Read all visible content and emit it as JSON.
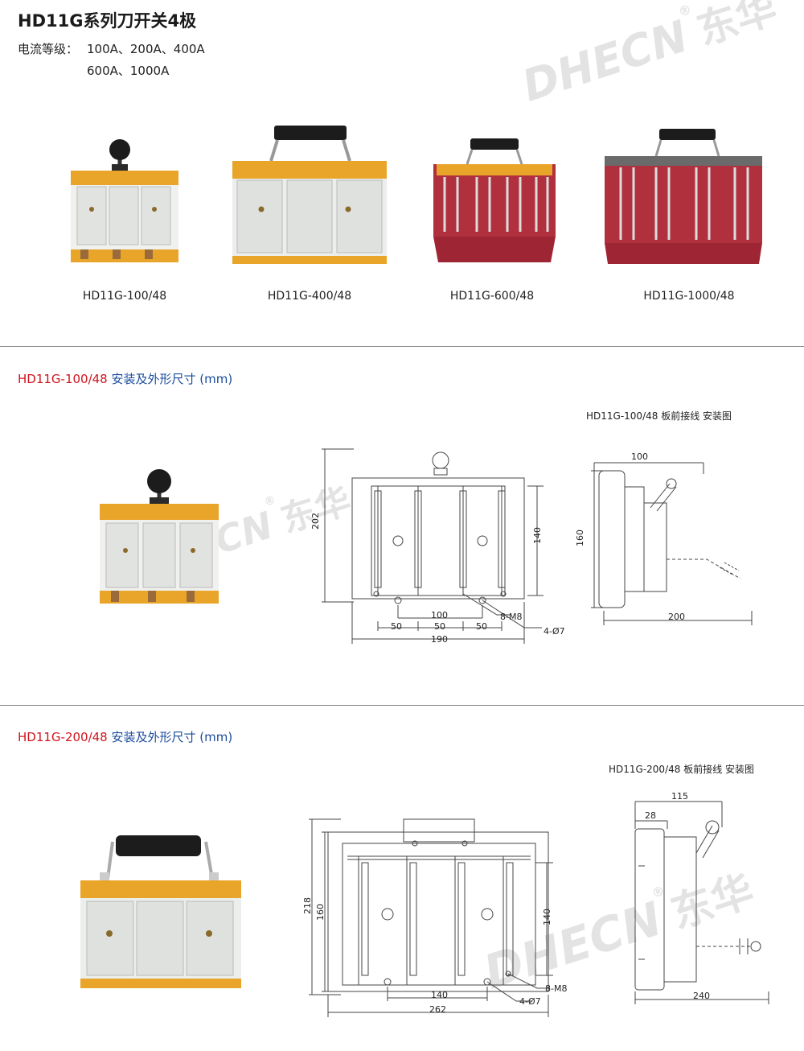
{
  "header": {
    "title": "HD11G系列刀开关4极",
    "rating_label": "电流等级：",
    "rating_line1": "100A、200A、400A",
    "rating_line2": "600A、1000A"
  },
  "products": [
    {
      "caption": "HD11G-100/48"
    },
    {
      "caption": "HD11G-400/48"
    },
    {
      "caption": "HD11G-600/48"
    },
    {
      "caption": "HD11G-1000/48"
    }
  ],
  "watermark": {
    "latin": "DHECN",
    "cn": "东华",
    "reg": "®"
  },
  "sections": [
    {
      "model": "HD11G-100/48",
      "desc": "安装及外形尺寸 (mm)",
      "note": "HD11G-100/48 板前接线 安装图",
      "front_dims": {
        "height": "202",
        "inner": "140",
        "c100": "100",
        "d1": "50",
        "d2": "50",
        "d3": "50",
        "width": "190",
        "holes": "8-M8",
        "mount": "4-Ø7"
      },
      "side_dims": {
        "depth": "100",
        "height": "160",
        "swing": "200"
      }
    },
    {
      "model": "HD11G-200/48",
      "desc": "安装及外形尺寸 (mm)",
      "note": "HD11G-200/48 板前接线 安装图",
      "front_dims": {
        "height": "218",
        "inner": "160",
        "inner2": "140",
        "c140": "140",
        "width": "262",
        "holes": "8-M8",
        "mount": "4-Ø7"
      },
      "side_dims": {
        "depth": "115",
        "small": "28",
        "swing": "240"
      }
    }
  ],
  "colors": {
    "orange_frame": "#e8a52a",
    "gray_cover": "#e6e8e6",
    "red_base": "#b0303e",
    "handle": "#1c1c1c",
    "model_red": "#d0141e",
    "desc_blue": "#1a4c9c"
  }
}
